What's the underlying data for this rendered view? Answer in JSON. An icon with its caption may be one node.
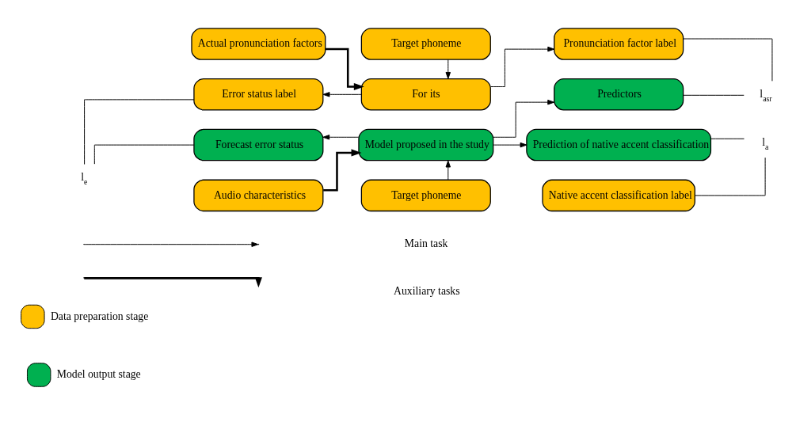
{
  "diagram": {
    "nodes": [
      {
        "text": [
          "Actual pronunciation factors"
        ]
      },
      {
        "text": [
          "Target phoneme"
        ]
      },
      {
        "text": [
          "Pronunciation factor label"
        ]
      },
      {
        "text": [
          "Error status label"
        ]
      },
      {
        "text": [
          "For its"
        ]
      },
      {
        "text": [
          "Predictors"
        ]
      },
      {
        "text": [
          "Forecast error status"
        ]
      },
      {
        "text": [
          "Model proposed in the study"
        ]
      },
      {
        "text": [
          "Prediction of native accent classification"
        ]
      },
      {
        "text": [
          "Audio characteristics"
        ]
      },
      {
        "text": [
          "Target phoneme"
        ]
      },
      {
        "text": [
          "Native accent classification label"
        ]
      },
      {
        "text": [
          "l$_{e}$"
        ]
      },
      {
        "text": [
          "l$_{asr}$"
        ]
      },
      {
        "text": [
          "l$_{a}$"
        ]
      }
    ],
    "edges": [
      {
        "from": 0,
        "to": 4,
        "arrow": "to",
        "style": "thick"
      },
      {
        "from": 1,
        "to": 4,
        "arrow": "to"
      },
      {
        "from": 4,
        "to": 3,
        "arrow": "to"
      },
      {
        "from": 4,
        "to": 2,
        "arrow": "to"
      },
      {
        "from": 7,
        "to": 6,
        "arrow": "to"
      },
      {
        "from": 7,
        "to": 5,
        "arrow": "to"
      },
      {
        "from": 7,
        "to": 8,
        "arrow": "to"
      },
      {
        "from": 9,
        "to": 7,
        "arrow": "to",
        "style": "thick"
      },
      {
        "from": 10,
        "to": 7,
        "arrow": "to"
      },
      {
        "from": 12,
        "to": 3,
        "arrow": "none"
      },
      {
        "from": 12,
        "to": 6,
        "arrow": "none"
      },
      {
        "from": 2,
        "to": 13,
        "arrow": "none"
      },
      {
        "from": 5,
        "to": 13,
        "arrow": "none"
      },
      {
        "from": 8,
        "to": 14,
        "arrow": "none"
      },
      {
        "from": 11,
        "to": 14,
        "arrow": "none"
      }
    ],
    "legend": [
      {
        "text": "Main task"
      },
      {
        "text": "Auxiliary tasks"
      },
      {
        "text": "Data preparation stage",
        "color": "#ffc000"
      },
      {
        "text": "Model output stage",
        "color": "#00b050"
      }
    ]
  }
}
